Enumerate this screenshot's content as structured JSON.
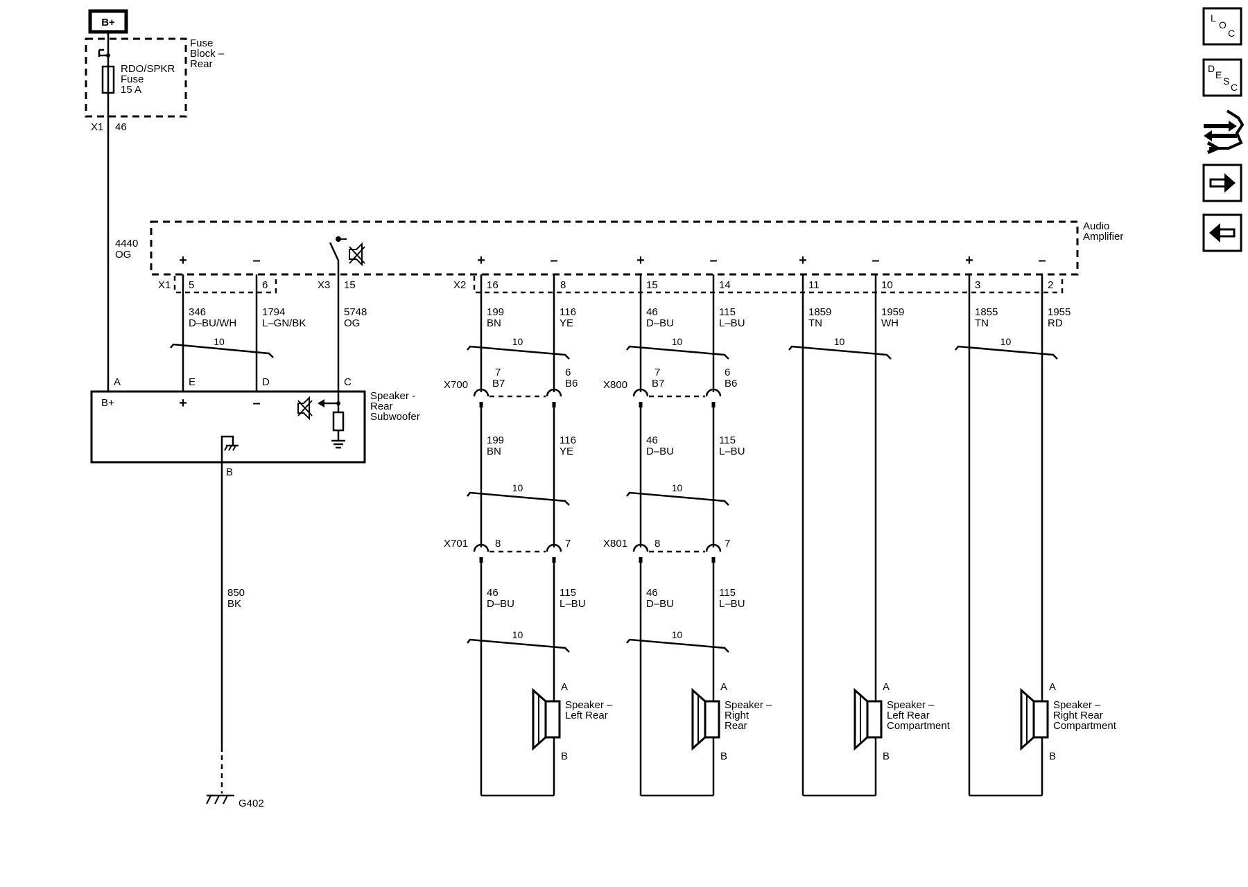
{
  "fuse_block": {
    "battery_label": "B+",
    "name": "Fuse\nBlock –\nRear",
    "fuse_label": "RDO/SPKR\nFuse\n15 A",
    "connector": "X1",
    "pin": "46"
  },
  "feed_wire": {
    "circuit": "4440",
    "color": "OG"
  },
  "amplifier": {
    "name": "Audio\nAmplifier",
    "x1": "X1",
    "x2": "X2",
    "x3": "X3",
    "pins": [
      "5",
      "6",
      "15",
      "16",
      "8",
      "15",
      "14",
      "11",
      "10",
      "3",
      "2"
    ],
    "polarity_plus": "+",
    "polarity_minus": "–"
  },
  "sub_wires": [
    {
      "circuit": "346",
      "color": "D–BU/WH"
    },
    {
      "circuit": "1794",
      "color": "L–GN/BK"
    },
    {
      "circuit": "5748",
      "color": "OG"
    }
  ],
  "subwoofer": {
    "name": "Speaker -\nRear\nSubwoofer",
    "pins": [
      "A",
      "E",
      "D",
      "C",
      "B"
    ],
    "bplus": "B+",
    "plus": "+",
    "minus": "–"
  },
  "ground": {
    "circuit": "850",
    "color": "BK",
    "name": "G402"
  },
  "twist_label": "10",
  "channels": [
    {
      "amp_wires": [
        {
          "circuit": "199",
          "color": "BN"
        },
        {
          "circuit": "116",
          "color": "YE"
        }
      ],
      "c1": {
        "name": "X700",
        "pins": [
          "7",
          "6"
        ],
        "cavs": [
          "B7",
          "B6"
        ]
      },
      "mid_wires": [
        {
          "circuit": "199",
          "color": "BN"
        },
        {
          "circuit": "116",
          "color": "YE"
        }
      ],
      "c2": {
        "name": "X701",
        "pins": [
          "8",
          "7"
        ]
      },
      "spk_wires": [
        {
          "circuit": "46",
          "color": "D–BU"
        },
        {
          "circuit": "115",
          "color": "L–BU"
        }
      ],
      "speaker": {
        "name": "Speaker –\nLeft Rear",
        "pin_a": "A",
        "pin_b": "B"
      }
    },
    {
      "amp_wires": [
        {
          "circuit": "46",
          "color": "D–BU"
        },
        {
          "circuit": "115",
          "color": "L–BU"
        }
      ],
      "c1": {
        "name": "X800",
        "pins": [
          "7",
          "6"
        ],
        "cavs": [
          "B7",
          "B6"
        ]
      },
      "mid_wires": [
        {
          "circuit": "46",
          "color": "D–BU"
        },
        {
          "circuit": "115",
          "color": "L–BU"
        }
      ],
      "c2": {
        "name": "X801",
        "pins": [
          "8",
          "7"
        ]
      },
      "spk_wires": [
        {
          "circuit": "46",
          "color": "D–BU"
        },
        {
          "circuit": "115",
          "color": "L–BU"
        }
      ],
      "speaker": {
        "name": "Speaker –\nRight\nRear",
        "pin_a": "A",
        "pin_b": "B"
      }
    },
    {
      "amp_wires": [
        {
          "circuit": "1859",
          "color": "TN"
        },
        {
          "circuit": "1959",
          "color": "WH"
        }
      ],
      "speaker": {
        "name": "Speaker –\nLeft Rear\nCompartment",
        "pin_a": "A",
        "pin_b": "B"
      }
    },
    {
      "amp_wires": [
        {
          "circuit": "1855",
          "color": "TN"
        },
        {
          "circuit": "1955",
          "color": "RD"
        }
      ],
      "speaker": {
        "name": "Speaker –\nRight Rear\nCompartment",
        "pin_a": "A",
        "pin_b": "B"
      }
    }
  ],
  "side_buttons": {
    "loc": {
      "letters": [
        "L",
        "O",
        "C"
      ],
      "icon": "location-icon"
    },
    "desc": {
      "letters": [
        "D",
        "E",
        "S",
        "C"
      ],
      "icon": "description-icon"
    },
    "connector_icon": "connector-wrench-icon",
    "next_icon": "arrow-right-icon",
    "prev_icon": "arrow-left-icon"
  }
}
